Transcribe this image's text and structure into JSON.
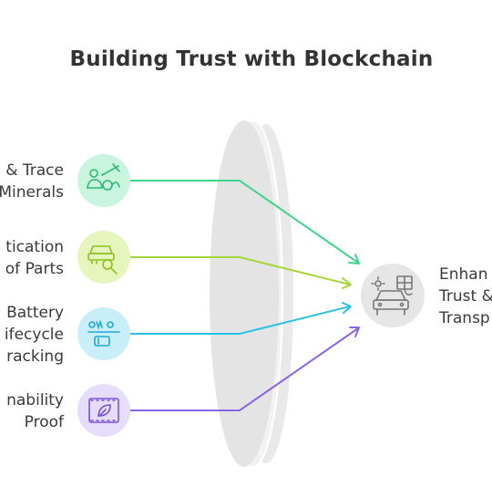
{
  "title": "Building Trust with Blockchain",
  "inputs": [
    {
      "lines": [
        "& Trace",
        "Minerals"
      ],
      "icon": "miner-icon",
      "color": "#3dd68c"
    },
    {
      "lines": [
        "tication",
        "of Parts"
      ],
      "icon": "car-search-icon",
      "color": "#a3d63a"
    },
    {
      "lines": [
        "Battery",
        "ifecycle",
        "racking"
      ],
      "icon": "battery-icon",
      "color": "#29c1ea"
    },
    {
      "lines": [
        "nability",
        "Proof"
      ],
      "icon": "leaf-certificate-icon",
      "color": "#8a63e8"
    }
  ],
  "output": {
    "lines": [
      "Enhan",
      "Trust &",
      "Transp"
    ],
    "icon": "electric-car-icon"
  }
}
